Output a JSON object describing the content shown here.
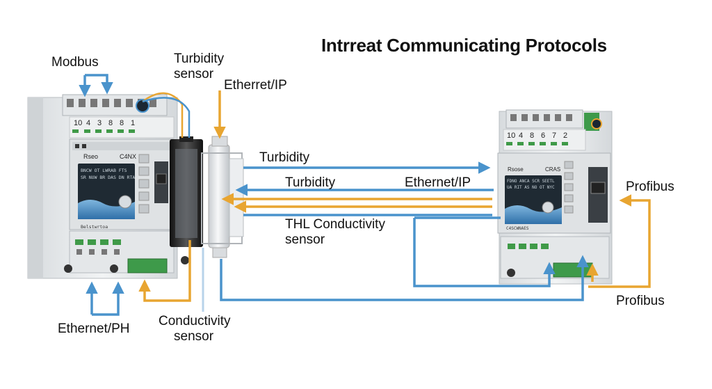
{
  "title": "Intrreat Communicating Protocols",
  "labels": {
    "modbus": "Modbus",
    "turbidity_sensor_1": "Turbidity",
    "turbidity_sensor_2": "sensor",
    "ethernet_ip_top": "Etherret/IP",
    "turbidity_a": "Turbidity",
    "turbidity_b": "Turbidity",
    "ethernet_ip_mid": "Ethernet/IP",
    "thl_1": "THL  Conductivity",
    "thl_2": "sensor",
    "profibus_right": "Profibus",
    "profibus_bottom": "Profibus",
    "ethernet_ph": "Ethernet/PH",
    "conductivity_1": "Conductivity",
    "conductivity_2": "sensor"
  },
  "left_device": {
    "terminal_numbers": [
      "10",
      "4",
      "3",
      "8",
      "8",
      "1"
    ],
    "brand": "Rseo",
    "model": "C4NX",
    "screen_line1": "BNCW OT   LWRAB  FTS",
    "screen_line2": "SR NUW  BR DAS DN RTA",
    "panel_text": "Belstwrtoa"
  },
  "right_device": {
    "terminal_numbers": [
      "10",
      "4",
      "8",
      "6",
      "7",
      "2"
    ],
    "brand": "Rsose",
    "model": "CRAS",
    "screen_line1": "FDNO ANCA  SCR SEETL",
    "screen_line2": "UA RIT  AS NO OT NYC",
    "panel_text": "C4SCWNAES"
  },
  "colors": {
    "blue": "#4a93cc",
    "orange": "#e8a531",
    "device_body": "#e9ecee",
    "screen": "#1f2a33"
  }
}
